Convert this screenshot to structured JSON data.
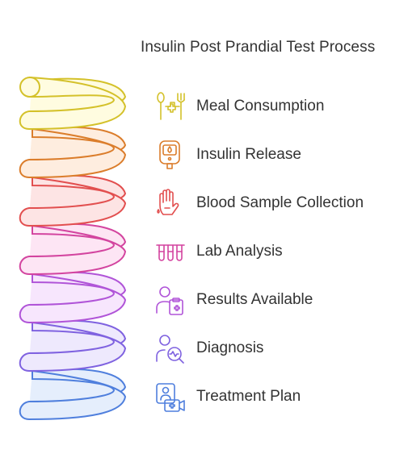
{
  "title": "Insulin Post Prandial Test Process",
  "steps": [
    {
      "label": "Meal Consumption",
      "icon": "fork-spoon-icon",
      "color": "#D4C12A",
      "fill": "#FFFCE0"
    },
    {
      "label": "Insulin Release",
      "icon": "glucometer-icon",
      "color": "#DB7D2B",
      "fill": "#FEEDDF"
    },
    {
      "label": "Blood Sample Collection",
      "icon": "hand-blood-icon",
      "color": "#E24F4F",
      "fill": "#FDE4E4"
    },
    {
      "label": "Lab Analysis",
      "icon": "test-tubes-icon",
      "color": "#D3449F",
      "fill": "#FDE5F4"
    },
    {
      "label": "Results Available",
      "icon": "doctor-clipboard-icon",
      "color": "#B054D8",
      "fill": "#F7E6FD"
    },
    {
      "label": "Diagnosis",
      "icon": "user-search-icon",
      "color": "#7F62E0",
      "fill": "#EEE9FD"
    },
    {
      "label": "Treatment Plan",
      "icon": "telehealth-icon",
      "color": "#4F7FDD",
      "fill": "#E5EEFC"
    }
  ]
}
